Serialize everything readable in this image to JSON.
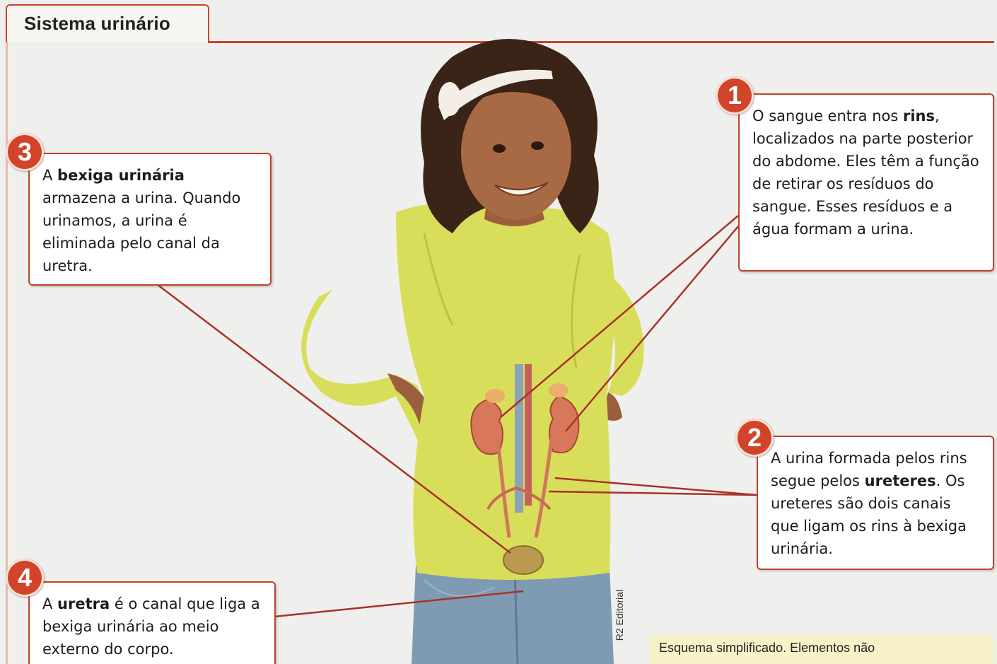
{
  "page": {
    "title": "Sistema urinário"
  },
  "callouts": [
    {
      "number": "1",
      "pre": "O sangue entra nos ",
      "bold": "rins",
      "post": ", localizados na parte posterior do abdome. Eles têm a função de retirar os resíduos do sangue. Esses resíduos e a água formam a urina."
    },
    {
      "number": "2",
      "pre": "A urina formada pelos rins segue pelos ",
      "bold": "ureteres",
      "post": ". Os ureteres são dois canais que ligam os rins à bexiga urinária."
    },
    {
      "number": "3",
      "pre": "A ",
      "bold": "bexiga urinária",
      "post": " armazena a urina. Quando urinamos, a urina é eliminada pelo canal da uretra."
    },
    {
      "number": "4",
      "pre": "A ",
      "bold": "uretra",
      "post": " é o canal que liga a bexiga urinária ao meio externo do corpo."
    }
  ],
  "credit": "R2 Editorial",
  "note": "Esquema simplificado. Elementos não",
  "colors": {
    "accent": "#d2442a",
    "shirt": "#d9de5a",
    "jeans": "#7e9bb3",
    "kidney": "#d9775a"
  }
}
